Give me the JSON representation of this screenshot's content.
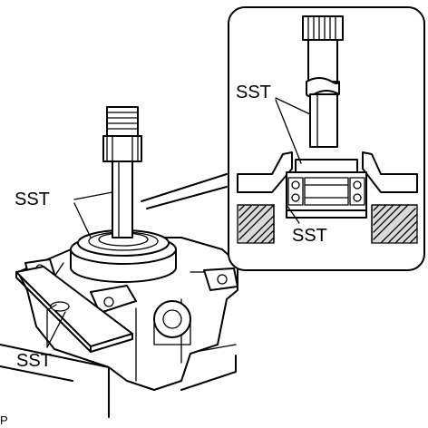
{
  "labels": {
    "sst_main_tool": "SST",
    "sst_fixture": "SST",
    "sst_inset_tool": "SST",
    "sst_inset_receiver": "SST",
    "corner_mark": "P"
  }
}
